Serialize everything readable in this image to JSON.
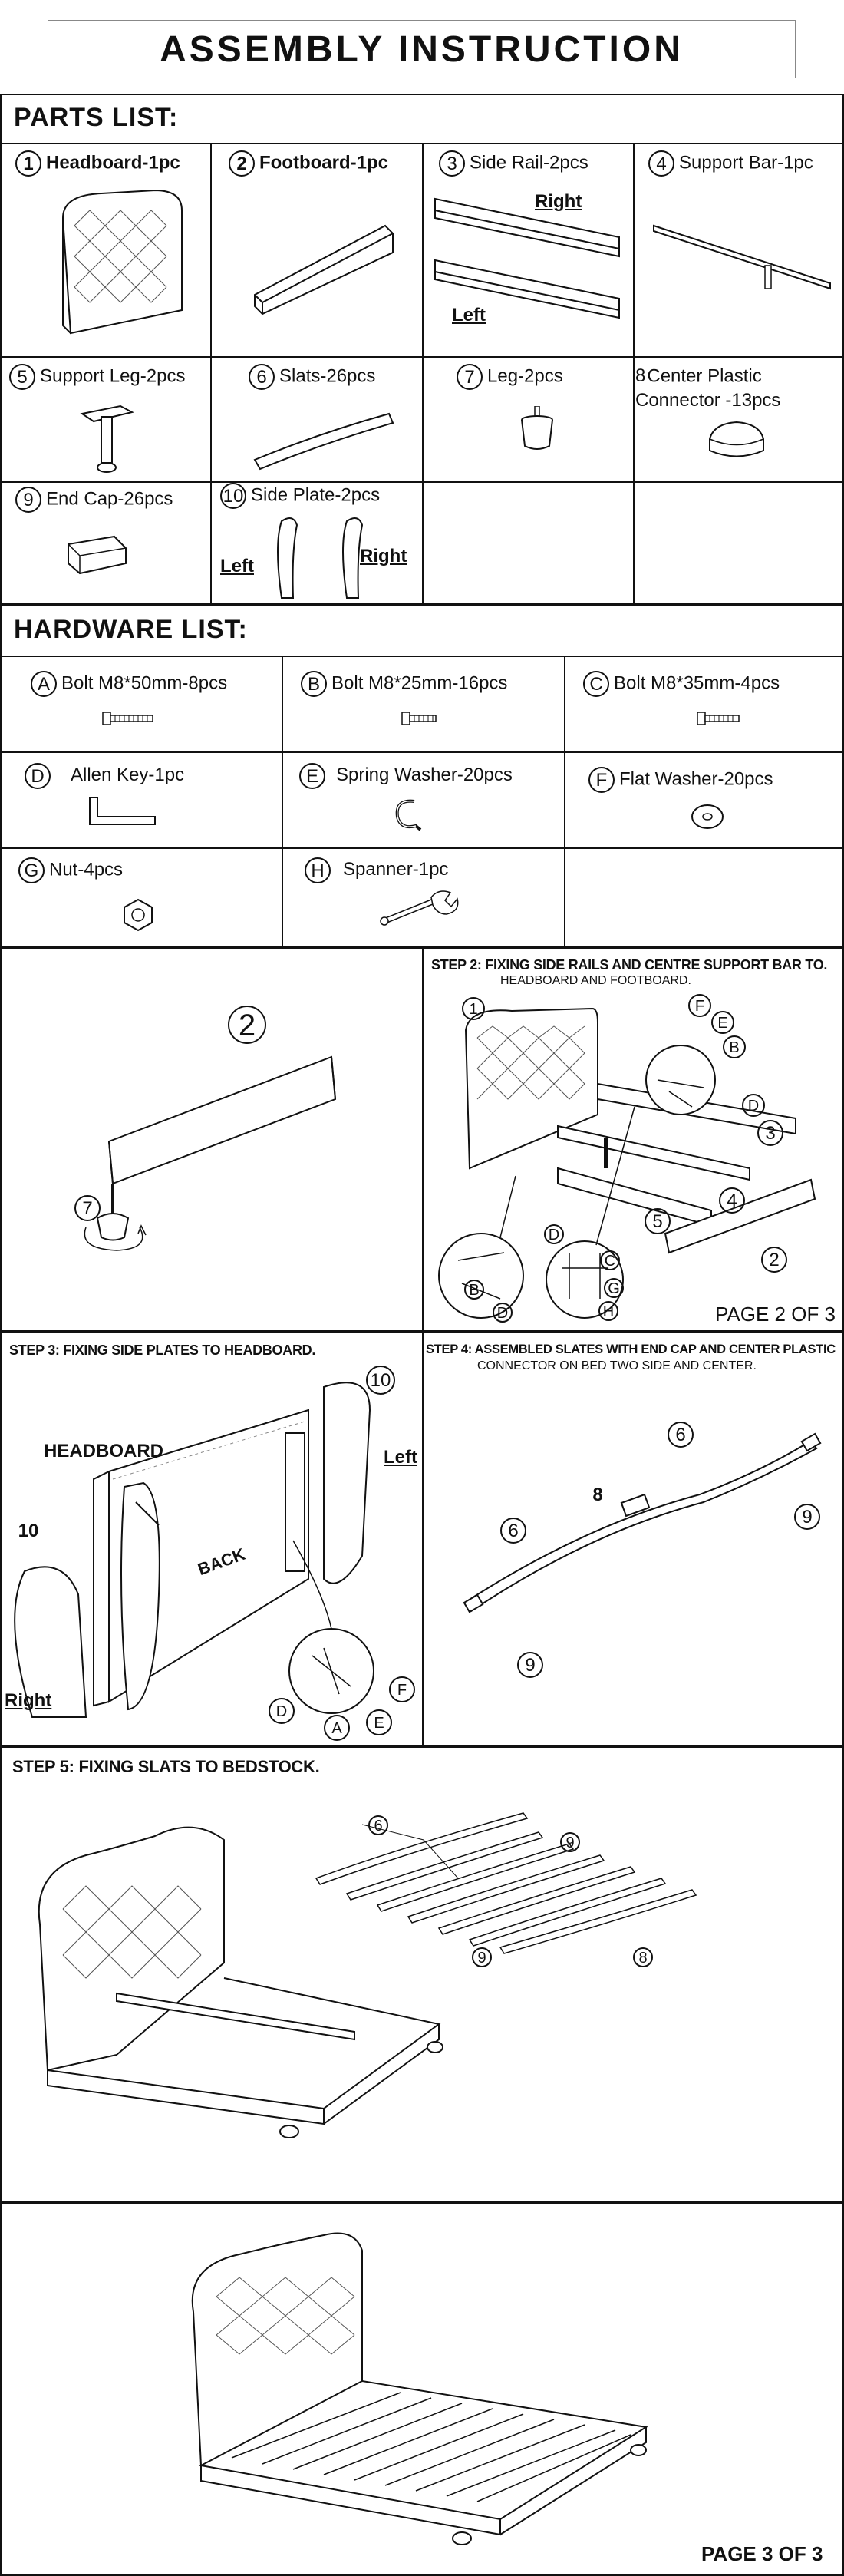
{
  "title": "ASSEMBLY INSTRUCTION",
  "parts_list": {
    "heading": "PARTS LIST:",
    "items": [
      {
        "num": "1",
        "label": "Headboard-1pc"
      },
      {
        "num": "2",
        "label": "Footboard-1pc"
      },
      {
        "num": "3",
        "label": "Side Rail-2pcs"
      },
      {
        "num": "4",
        "label": "Support Bar-1pc"
      },
      {
        "num": "5",
        "label": "Support Leg-2pcs"
      },
      {
        "num": "6",
        "label": "Slats-26pcs"
      },
      {
        "num": "7",
        "label": "Leg-2pcs"
      },
      {
        "num": "8",
        "label": "Center Plastic Connector -13pcs"
      },
      {
        "num": "9",
        "label": "End Cap-26pcs"
      },
      {
        "num": "10",
        "label": "Side Plate-2pcs"
      }
    ],
    "rail_right": "Right",
    "rail_left": "Left",
    "plate_left": "Left",
    "plate_right": "Right"
  },
  "hardware_list": {
    "heading": "HARDWARE LIST:",
    "items": [
      {
        "letter": "A",
        "label": "Bolt M8*50mm-8pcs"
      },
      {
        "letter": "B",
        "label": "Bolt M8*25mm-16pcs"
      },
      {
        "letter": "C",
        "label": "Bolt M8*35mm-4pcs"
      },
      {
        "letter": "D",
        "label": "Allen Key-1pc"
      },
      {
        "letter": "E",
        "label": "Spring Washer-20pcs"
      },
      {
        "letter": "F",
        "label": "Flat Washer-20pcs"
      },
      {
        "letter": "G",
        "label": "Nut-4pcs"
      },
      {
        "letter": "H",
        "label": "Spanner-1pc"
      }
    ]
  },
  "step1": {
    "part": "2",
    "leg": "7"
  },
  "step2": {
    "title": "STEP 2: FIXING SIDE RAILS AND CENTRE SUPPORT BAR TO.",
    "subtitle": "HEADBOARD AND FOOTBOARD.",
    "callouts": [
      "1",
      "F",
      "E",
      "B",
      "D",
      "3",
      "4",
      "5",
      "2",
      "B",
      "D",
      "D",
      "C",
      "G",
      "H"
    ]
  },
  "page_2": "PAGE 2 OF 3",
  "step3": {
    "title": "STEP 3: FIXING SIDE PLATES  TO HEADBOARD.",
    "headboard": "HEADBOARD",
    "back": "BACK",
    "left": "Left",
    "right": "Right",
    "callouts": [
      "10",
      "10",
      "D",
      "A",
      "E",
      "F"
    ]
  },
  "step4": {
    "title": "STEP 4: ASSEMBLED SLATES WITH END CAP AND CENTER PLASTIC",
    "subtitle": "CONNECTOR ON BED TWO SIDE AND CENTER.",
    "callouts": [
      "6",
      "6",
      "8",
      "9",
      "9"
    ]
  },
  "step5": {
    "title": "STEP 5: FIXING SLATS TO BEDSTOCK.",
    "callouts": [
      "6",
      "9",
      "9",
      "8"
    ]
  },
  "page_3": "PAGE 3 OF 3"
}
